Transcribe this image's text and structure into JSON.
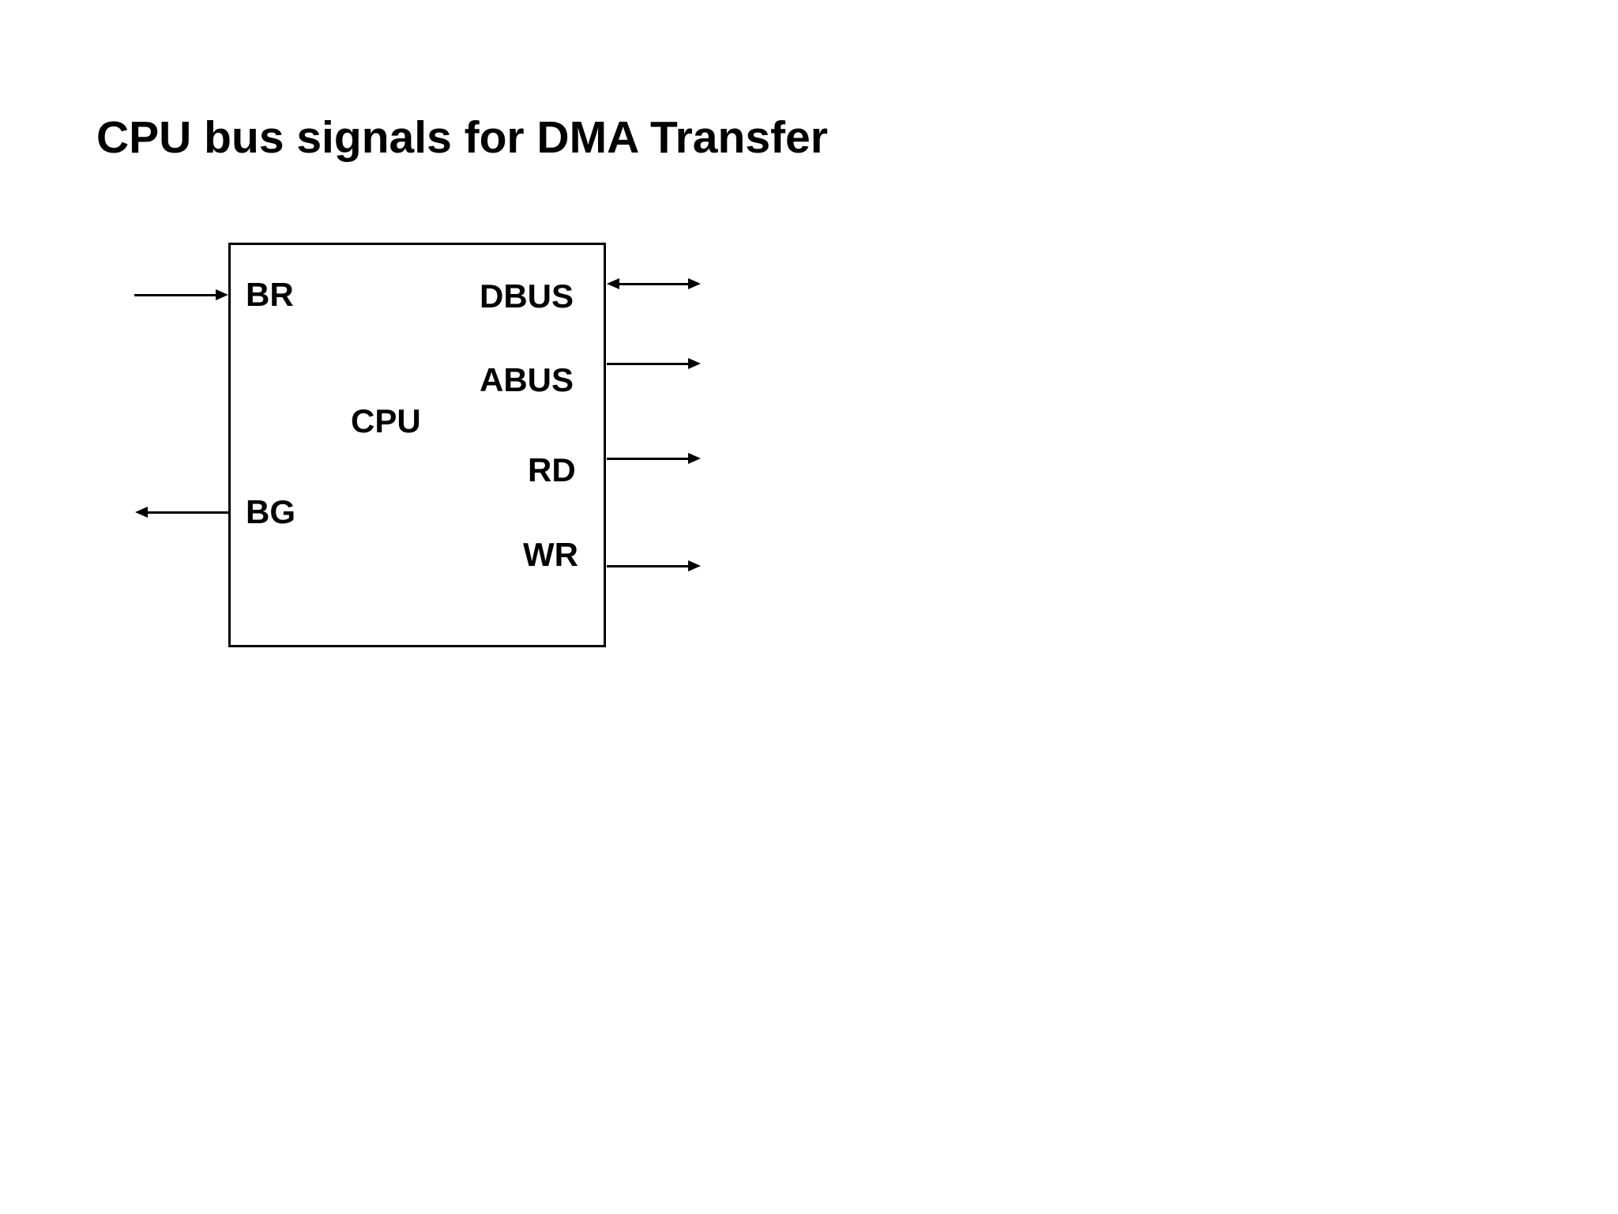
{
  "title": "CPU bus signals for DMA Transfer",
  "diagram": {
    "block_label": "CPU",
    "left_signals": [
      {
        "label": "BR",
        "direction": "in"
      },
      {
        "label": "BG",
        "direction": "out"
      }
    ],
    "right_signals": [
      {
        "label": "DBUS",
        "direction": "bidirectional"
      },
      {
        "label": "ABUS",
        "direction": "out"
      },
      {
        "label": "RD",
        "direction": "out"
      },
      {
        "label": "WR",
        "direction": "out"
      }
    ],
    "colors": {
      "ink": "#000000",
      "background": "#ffffff"
    }
  }
}
